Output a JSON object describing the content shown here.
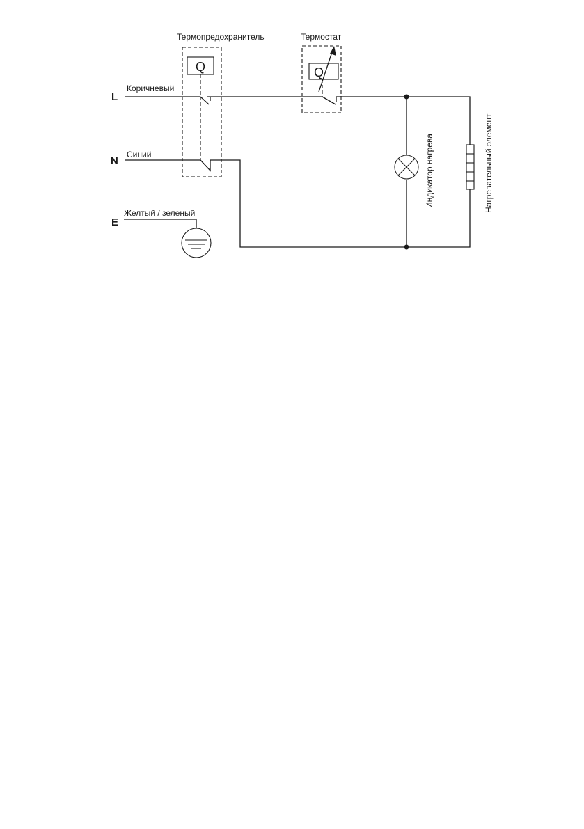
{
  "terminals": {
    "live": "L",
    "neutral": "N",
    "earth": "E"
  },
  "wires": {
    "live_color": "Коричневый",
    "neutral_color": "Синий",
    "earth_color": "Желтый / зеленый"
  },
  "components": {
    "thermal_fuse": "Термопредохранитель",
    "thermostat": "Термостат",
    "relay_symbol": "Q",
    "indicator": "Индикатор нагрева",
    "heating_element": "Нагревательный элемент"
  }
}
